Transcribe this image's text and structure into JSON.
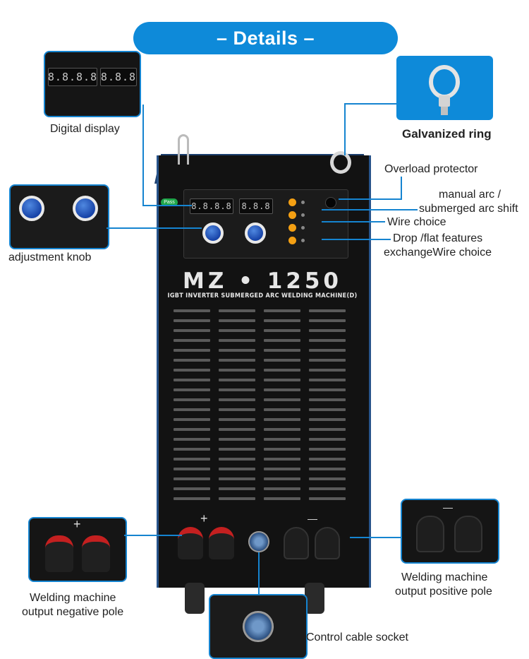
{
  "banner": {
    "title": "– Details –"
  },
  "labels": {
    "digital_display": "Digital display",
    "galvanized_ring": "Galvanized ring",
    "overload_protector": "Overload protector",
    "manual_arc_1": "manual arc /",
    "manual_arc_2": "submerged arc shift",
    "wire_choice": "Wire choice",
    "drop_flat_1": "Drop /flat features",
    "drop_flat_2": "exchangeWire choice",
    "adjustment_knob": "adjustment knob",
    "negative_pole_1": "Welding machine",
    "negative_pole_2": "output negative pole",
    "positive_pole_1": "Welding machine",
    "positive_pole_2": "output positive pole",
    "control_cable": "Control cable socket"
  },
  "machine": {
    "model": "MZ • 1250",
    "subtitle": "IGBT INVERTER SUBMERGED ARC WELDING MACHINE(D)",
    "display_left": "8.8.8.8",
    "display_right": "8.8.8",
    "pass_tag": "Pass",
    "plus_sign": "+",
    "minus_sign": "—"
  },
  "colors": {
    "accent": "#0e8ad9",
    "line": "#1584d0",
    "terminal_red": "#c42020",
    "knob_blue": "#1743a8"
  }
}
